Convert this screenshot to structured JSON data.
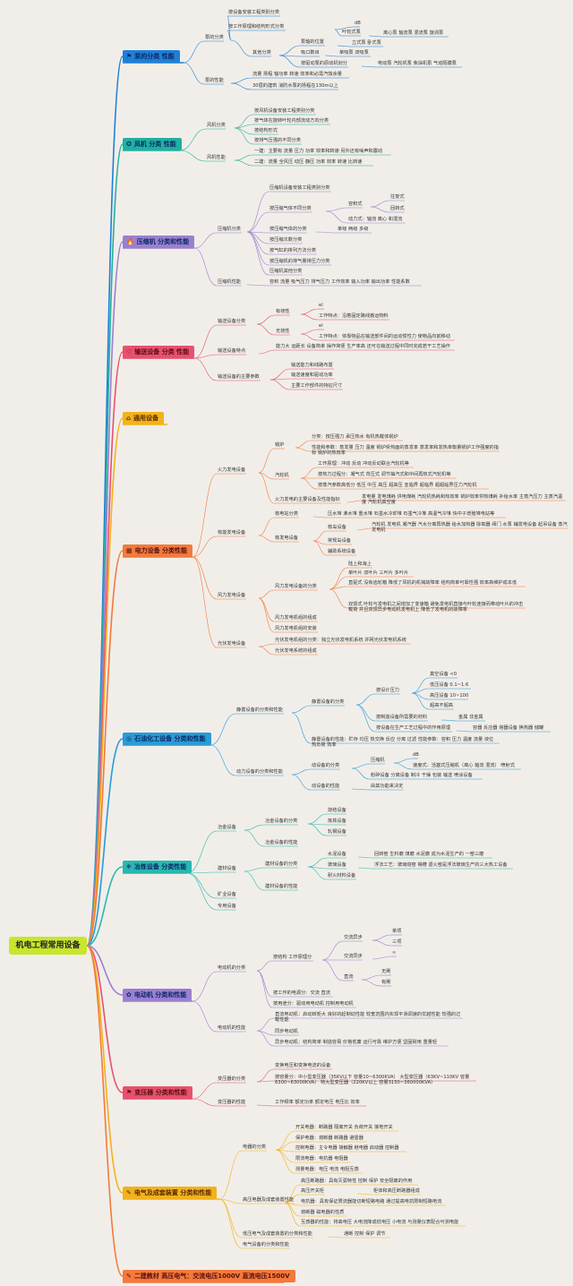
{
  "title": "机电工程常用设备",
  "colors": {
    "background": "#f1eee9",
    "root": "#c8e62c",
    "pump": "#1f7fd6",
    "fan": "#20b0a0",
    "compressor": "#9b7fd0",
    "conveyor": "#e8506e",
    "general": "#f2b21c",
    "power": "#f27a3c",
    "petro": "#2a9bd6",
    "metallurgy": "#28b8b0",
    "motor": "#9b7fd0",
    "transformer": "#e8506e",
    "electrical": "#f2b21c",
    "electrical_2": "#f27a3c"
  },
  "branches": {
    "pump": {
      "icon": "flag-icon",
      "label": "泵的分类 性能",
      "classify": "泵的分类",
      "c1": "按设备安装工程类别分类",
      "c2": "按工作原理和结构形式分类",
      "c2_db": "dB",
      "c2_vane": "叶轮式泵",
      "c2_vane_detail": "离心泵 轴流泵 混流泵 旋涡泵",
      "c2_other": "其他分类",
      "c2_o1": "泵轴的位置",
      "c2_o1d": "立式泵 卧式泵",
      "c2_o2": "吸口数目",
      "c2_o2d": "单吸泵 双吸泵",
      "c2_o3": "按驱动泵的原动机划分",
      "c2_o3d": "电动泵 汽轮机泵 柴油机泵 气动隔膜泵",
      "perf": "泵的性能",
      "perf1": "流量 扬程 轴功率 转速 效率和必需汽蚀余量",
      "perf2": "30层的建筑 消防水泵的扬程在130m以上"
    },
    "fan": {
      "icon": "star-icon",
      "label": "风机 分类 性能",
      "classify": "风机分类",
      "c1": "按风机设备安装工程类别分类",
      "c2": "按气体在旋转叶轮内部流动方向分类",
      "c3": "按结构形式",
      "c4": "按排气压强的不同分类",
      "perf": "风机性能",
      "perf1": "一建：主要有 流量 压力 功率 效率和转速 另外还有噪声和震动",
      "perf2": "二建：流量 全风压 动压 静压 功率 效率 转速 比转速"
    },
    "compressor": {
      "icon": "fire-icon",
      "label": "压缩机 分类和性能",
      "classify": "压缩机分类",
      "c1": "压缩机设备安装工程类别分类",
      "c2": "按压缩气体不同分类",
      "c2_vol": "容积式",
      "c2_vol1": "往复式",
      "c2_vol2": "回转式",
      "c2_dyn": "动力式：轴流 离心 和混流",
      "c3": "按压缩气体的分类",
      "c3d": "单级 两级 多级",
      "c4": "按压缩次数分类",
      "c5": "按气缸的排列方法分类",
      "c6": "按压缩机的排气量排压力分类",
      "c7": "压缩机其他分类",
      "perf": "压缩机性能",
      "perf1": "容积 流量 吸气压力 排气压力 工作效率 输入功率 输出功率 性能系数"
    },
    "conveyor": {
      "icon": "heart-icon",
      "label": "输送设备 分类 性能",
      "classify": "输送设备分类",
      "c1": "有挠性",
      "c1_e": "el",
      "c1_d": "工作特点：沿着固定路线搬运物料",
      "c2": "无挠性",
      "c2_e": "el",
      "c2_d": "工作特点：依靠物品在输送部件间的运动惯性力 使物品向前移动",
      "feat": "输送设备特点",
      "feat_d": "能力大 运距长 设备简单 操作简便 生产率高 还可在输送过程中同时完成若干工艺操作",
      "param": "输送设备的主要参数",
      "p1": "输送能力和线路布置",
      "p2": "输送速度和驱动功率",
      "p3": "主要工作部件的特征尺寸"
    },
    "general": {
      "icon": "home-icon",
      "label": "通用设备"
    },
    "power": {
      "icon": "grid-icon",
      "label": "电力设备 分类性能",
      "thermal": "火力发电设备",
      "boiler": "锅炉",
      "b1": "分类：按压强力 承压热水 有机热载体锅炉",
      "b2": "性能和参数：蒸发量 压力 温度 锅炉受热面的蒸发率 蒸发率和发热率衡量锅炉工作强度的指标 锅炉的热效率",
      "turbine": "汽轮机",
      "t1": "工作原理：冲动 反动 冲动反动联合汽轮机等",
      "t2": "按热力过程分：凝气式 背压式 调节抽汽式和中间再热式汽轮机等",
      "t3": "按蒸汽参数高低分 低压 中压 高压 超高压 亚临界 超临界 超超临界压力汽轮机",
      "thermal_main": "火力发电的主要设备及性能指标",
      "thermal_main_d": "发电量 发电煤耗 供电煤耗 汽轮机热耗和热效率 锅炉效率供热煤耗 补给水率 主蒸汽压力 主蒸汽温度 汽轮机真空度",
      "nuclear": "核能发电设备",
      "nuc_island": "核电站分类",
      "nuc_island_d": "压水堆 沸水堆 重水堆 石墨水冷却堆 石墨气冷堆 高温气冷堆 快中子增殖堆电站等",
      "nuc_gen": "核发电设备",
      "ng1": "核岛设备",
      "ng1d": "汽轮机 发电机 凝汽器 汽水分离再热器 给水加热器 除氧器 阀门 水泵 辅发电设备 起吊设备 蒸汽发电机",
      "ng2": "常规岛设备",
      "ng3": "辅助系统设备",
      "wind": "风力发电设备",
      "wind_cls": "风力发电设备的分类",
      "w1": "陆上和海上",
      "w2": "单叶片 双叶片 三叶片 多叶片",
      "w3": "直驱式 没有齿轮箱 降低了风机的机械故障率 结构简单可靠性强 效率高维护成本低",
      "w4": "双馈式 叶轮与发电机之间增加了变速箱 避免发电机直接与叶轮连接而带动叶片的冲击载荷 并且双馈异步电动机发电机上 降低了发电机的故障率",
      "wind_comp": "风力发电机组的组成",
      "wind_ins": "风力发电机组的安装",
      "solar": "光伏发电设备",
      "s1": "光伏发电机组的分类：独立光伏发电机系统 并网光伏发电机系统",
      "s2": "光伏发电系统的组成"
    },
    "petro": {
      "icon": "drop-icon",
      "label": "石油化工设备 分类和性能",
      "static": "静置设备的分类和性能",
      "static_cls": "静置设备的分类",
      "design": "按设计压力",
      "d1": "真空设备 <0",
      "d2": "低压设备 0.1~1.6",
      "d3": "高压设备 10~100",
      "d4": "超高不超高",
      "mat": "按制造设备所需要的材料",
      "mat_d": "金属 非金属",
      "proc": "按设备在生产工艺过程中的作用原理",
      "proc_d": "容器 反应器 塔器设备 换热器 储罐",
      "static_perf": "静置设备的性能：贮存 均压 热交换 反应 分离 过滤 性能参数：容积 压力 温度 流量 液位 热负荷 效率",
      "dynamic": "动力设备的分类和性能",
      "dyn_cls": "动设备的分类",
      "comp": "压缩机",
      "comp_db": "dB",
      "comp_speed": "速度式：活塞式压缩机（离心 轴流 混流） 喷射式",
      "dyn_other": "粉碎设备 分离设备 制冷 干燥 包装 输送 喷涂设备",
      "dyn_perf": "动设备的性能",
      "dyn_perf_d": "由其功能来决定"
    },
    "metallurgy": {
      "icon": "snow-icon",
      "label": "冶炼设备 分类性能",
      "smelt": "冶金设备",
      "sm_cls": "冶金设备的分类",
      "sm1": "烧结设备",
      "sm2": "炼铁设备",
      "sm3": "轧钢设备",
      "sm_perf": "冶金设备的性能",
      "build": "建材设备",
      "bd_cls": "建材设备的分类",
      "bd1": "水泥设备",
      "bd1d": "回转窑 生料磨 煤磨 水泥磨 成为水泥生产的 一窑三磨",
      "bd2": "玻璃设备",
      "bd2d": "浮法工艺：玻璃熔窑 锡槽 退火窑是浮法玻璃生产的三大热工设备",
      "bd3": "耐火材料设备",
      "bd_perf": "建材设备的性能",
      "mine": "矿业设备",
      "special": "专用设备"
    },
    "motor": {
      "icon": "flower-icon",
      "label": "电动机 分类和性能",
      "classify": "电动机的分类",
      "struct": "按结构 工作原理分",
      "ac_async": "交流异步",
      "ac_single": "单项",
      "ac_three": "三项",
      "ac_sync": "交流同步",
      "ac_sync_v": "∞",
      "dc": "直流",
      "dc_none": "无刷",
      "dc_brush": "有刷",
      "power_src": "按工作的电源分：交流 直流",
      "usage": "按用途分：驱动用电动机 控制用电动机",
      "perf": "电动机的性能",
      "p1": "直流电动机：启动转矩大 良好的起制动性能 较宽范围内实现平滑调速的优越性能 较强的过载性能",
      "p2": "同步电动机",
      "p3": "异步电动机：结构简单 制造容易 价格低廉 运行可靠 维护方便 坚固耐用 重量轻"
    },
    "transformer": {
      "icon": "flag-icon",
      "label": "变压器 分类和性能",
      "classify": "变压器的分类",
      "c1": "变换电压和变换电流的设备",
      "c2": "按容量分：中小型变压器（35KV以下 容量10~6300KVA） 大型变压器（63KV~110KV 容量 6300~63000KVA） 特大型变压器（220KV以上 容量3150~360000KVA）",
      "perf": "变压器的性能",
      "perf_d": "工作频率 额定功率 额定电压 电压比 效率"
    },
    "electrical": {
      "icon": "pin-icon",
      "label": "电气及成套装置 分类和性能",
      "appliance": "电器的分类",
      "a1": "开关电器：断路器 隔离开关 负荷开关 接地开关",
      "a2": "保护电器：熔断器 断路器 避雷器",
      "a3": "控制电器：主令电器 接触器 继电器 启动器 控制器",
      "a4": "限流电器：电抗器 电阻器",
      "a5": "测量电器：电压 电流 电阻互感",
      "hv": "高压电器及成套装置性能",
      "h1": "高压断路器：具有灭弧特性 控制 保护 安全隔离的作用",
      "h2": "高压开关柜",
      "h2d": "柜体和高压断路器组成",
      "h3": "电抗器：具有保证限流器能切断短路电路 通过提高电抗限制短路电流",
      "h4": "熔断器 磁电器的性质",
      "h5": "互感器的性能：将高电压 大电流降成低电压 小电流 与测量仪表配合可测电能",
      "lv": "低压电气及成套装置的分类和性能",
      "lv_d": "通断 控制 保护 调节",
      "lv2": "电气设备的分类和性能"
    },
    "electrical_2": {
      "icon": "pin-icon",
      "label": "二建教材 高压电气：交流电压1000V 直流电压1500V"
    }
  }
}
